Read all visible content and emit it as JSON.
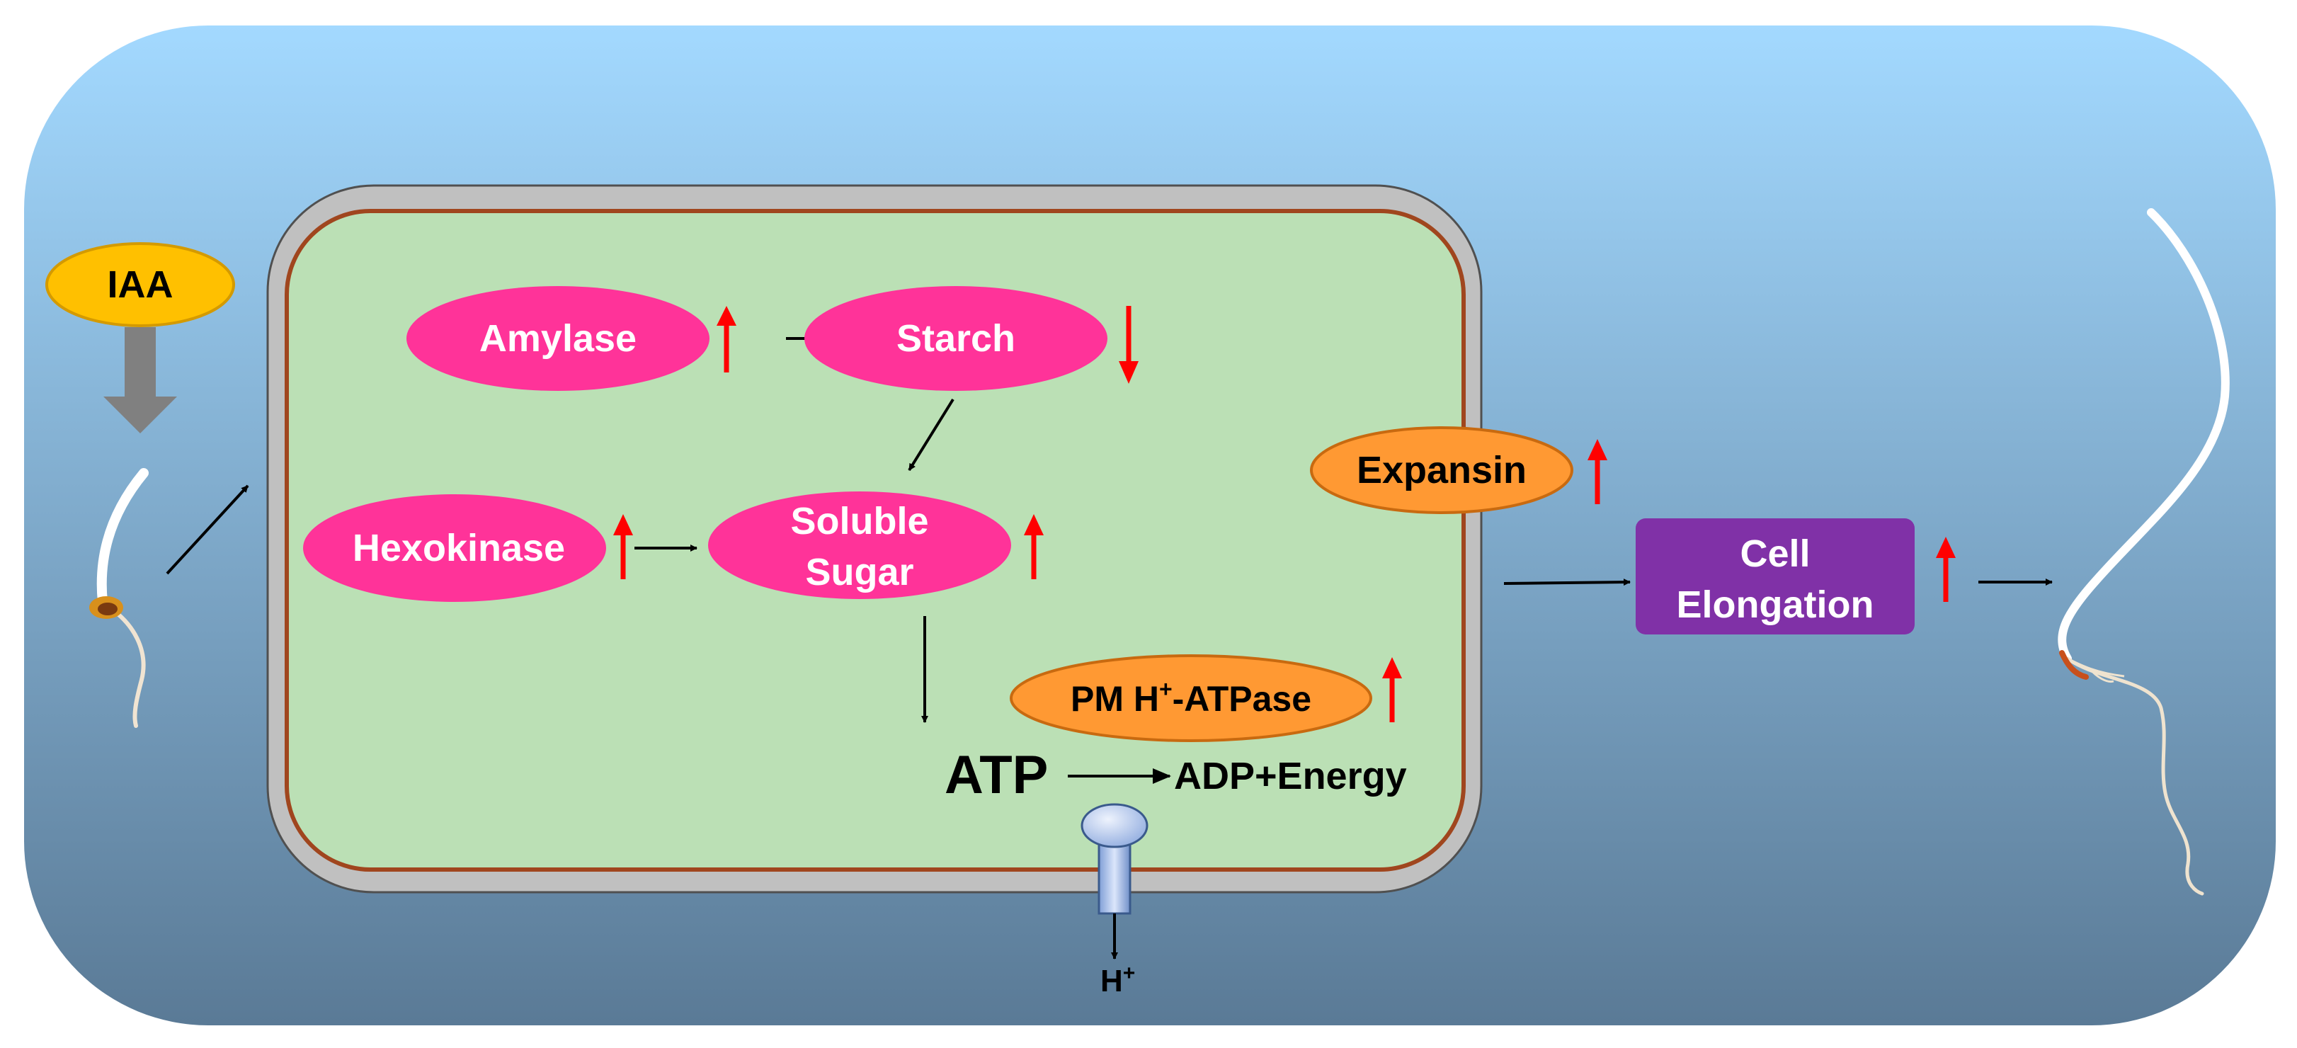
{
  "iaa": {
    "label": "IAA"
  },
  "enzymes": {
    "amylase": "Amylase",
    "starch": "Starch",
    "hexokinase": "Hexokinase",
    "soluble_sugar_line1": "Soluble",
    "soluble_sugar_line2": "Sugar",
    "pm_atpase_prefix": "PM H",
    "pm_atpase_sup": "+",
    "pm_atpase_suffix": "-ATPase",
    "expansin": "Expansin"
  },
  "energy": {
    "atp": "ATP",
    "products": "ADP+Energy"
  },
  "proton": {
    "base": "H",
    "sup": "+"
  },
  "outcome": {
    "line1": "Cell",
    "line2": "Elongation"
  },
  "colors": {
    "background_top": "#a3d9ff",
    "background_bottom": "#5a7a96",
    "cell_wall": "#c0c0c0",
    "cell_membrane": "#a0461e",
    "cytoplasm": "#bbe0b5",
    "pink_node": "#ff3399",
    "orange_node": "#ff9933",
    "iaa_node": "#ffc000",
    "cell_elongation_box": "#8031a7",
    "increase_arrow": "#ff0000",
    "decrease_arrow": "#ff0000"
  },
  "changes": {
    "amylase": "up",
    "starch": "down",
    "hexokinase": "up",
    "soluble_sugar": "up",
    "pm_atpase": "up",
    "expansin": "up",
    "cell_elongation": "up"
  }
}
